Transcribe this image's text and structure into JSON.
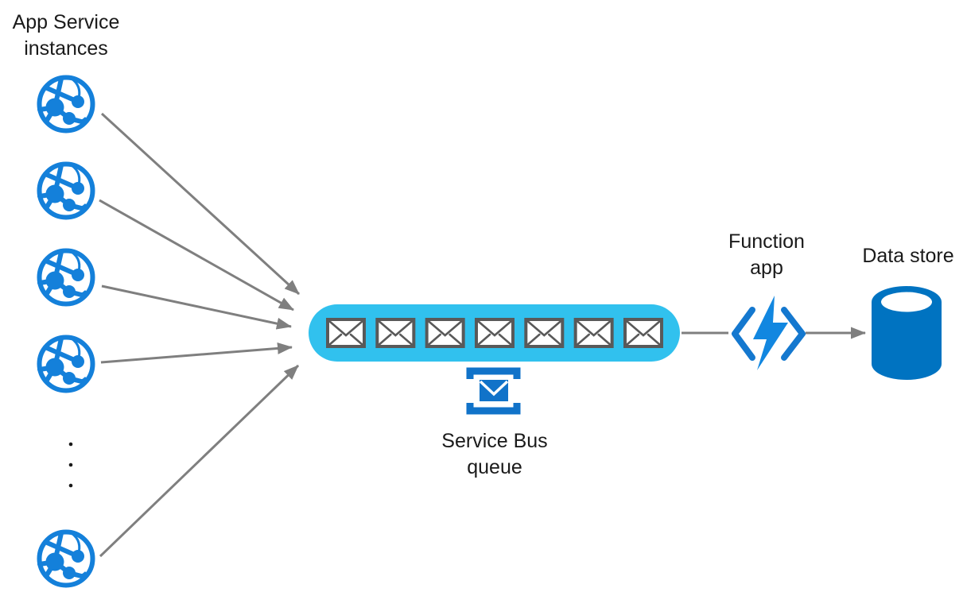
{
  "diagram": {
    "labels": {
      "app_service": "App Service\ninstances",
      "service_bus": "Service Bus\nqueue",
      "function_app": "Function\napp",
      "data_store": "Data store"
    },
    "counts": {
      "app_service_instances_shown": 5,
      "queue_messages": 7,
      "ellipsis_dots": 3
    },
    "colors": {
      "app_service": "#1480da",
      "queue": "#31c1ee",
      "envelope_border": "#595959",
      "service_bus": "#1173c9",
      "function_bolt": "#1287e0",
      "function_bracket": "#1478cf",
      "data_store": "#0073c1",
      "arrow": "#7f7f7f",
      "text": "#1a1a1a"
    },
    "icons": {
      "app_service": "globe-network-icon",
      "queue_message": "envelope-icon",
      "service_bus": "envelope-in-brackets-icon",
      "function_app": "lightning-bolt-in-code-brackets-icon",
      "data_store": "database-cylinder-icon",
      "flow": "arrow-right-icon"
    }
  }
}
